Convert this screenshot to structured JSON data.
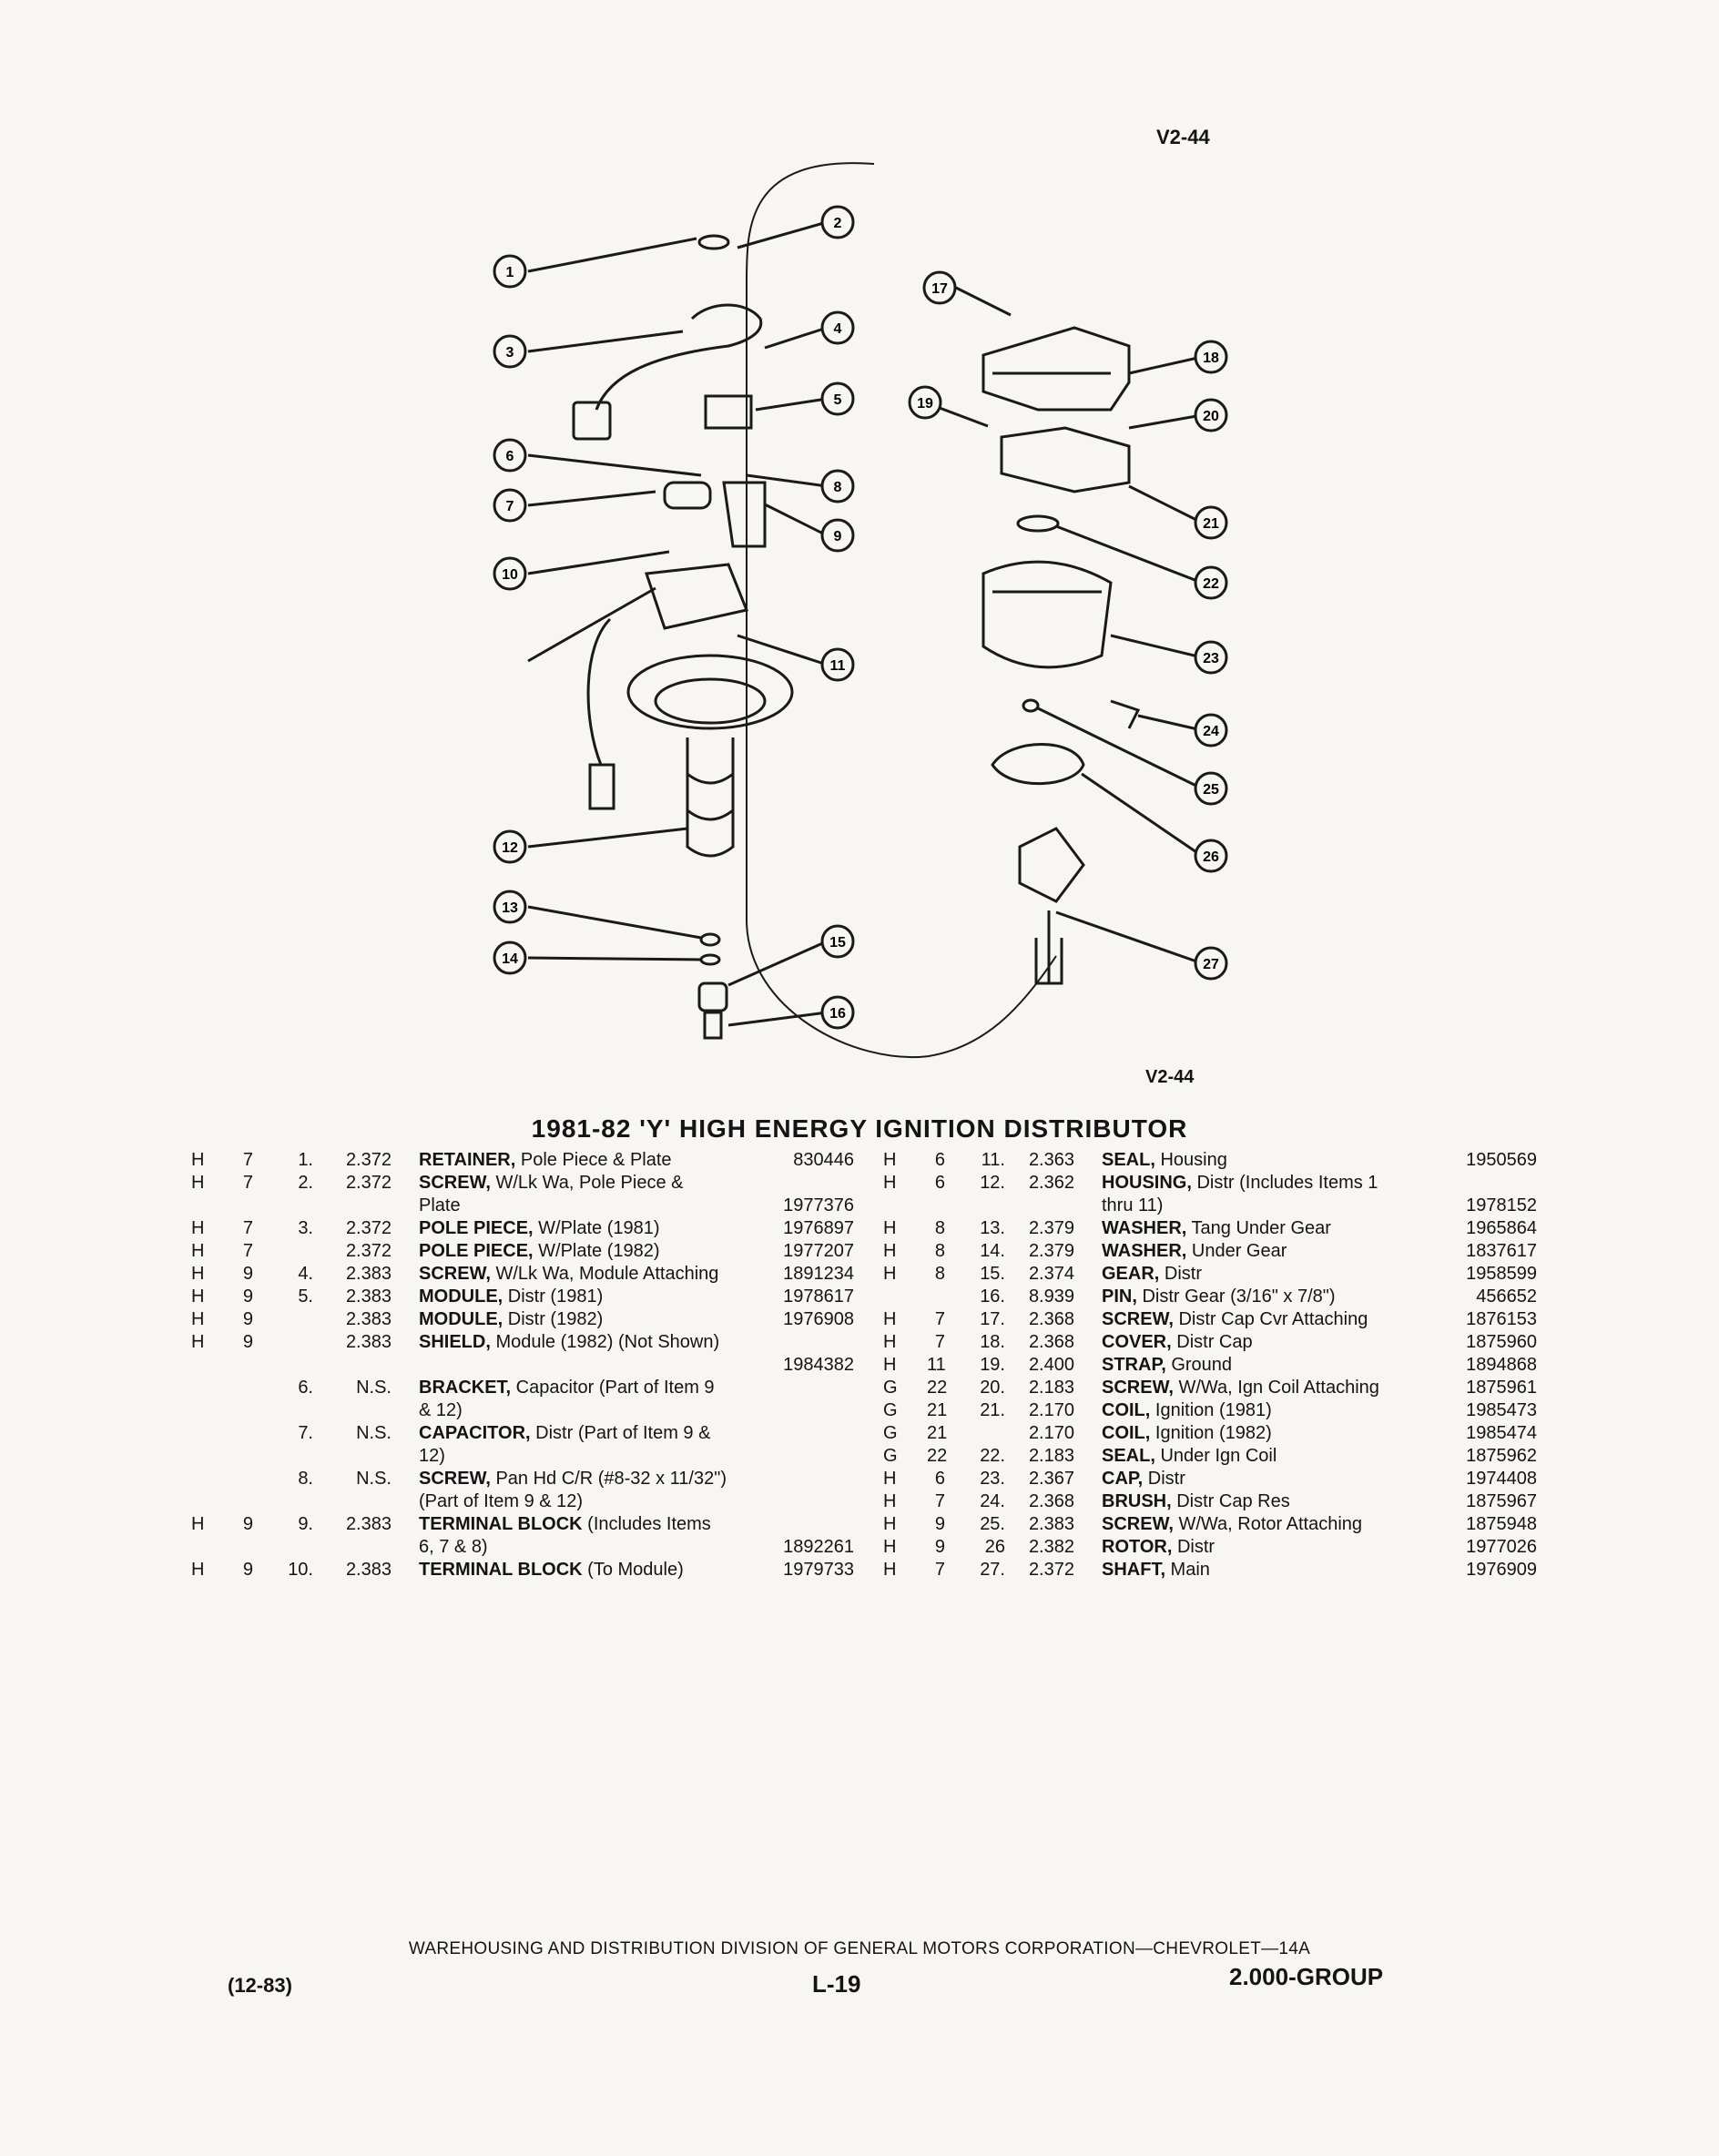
{
  "diagram": {
    "code_top": "V2-44",
    "code_bottom": "V2-44",
    "callouts": [
      "1",
      "2",
      "3",
      "4",
      "5",
      "6",
      "7",
      "8",
      "9",
      "10",
      "11",
      "12",
      "13",
      "14",
      "15",
      "16",
      "17",
      "18",
      "19",
      "20",
      "21",
      "22",
      "23",
      "24",
      "25",
      "26",
      "27"
    ]
  },
  "title": "1981-82 'Y' HIGH ENERGY IGNITION DISTRIBUTOR",
  "parts_left": [
    {
      "grp": "H",
      "sub": "7",
      "item": "1.",
      "ref": "2.372",
      "name": "RETAINER,",
      "desc": "Pole Piece & Plate",
      "pn": "830446"
    },
    {
      "grp": "H",
      "sub": "7",
      "item": "2.",
      "ref": "2.372",
      "name": "SCREW,",
      "desc": "W/Lk Wa, Pole Piece & Plate",
      "pn": "1977376"
    },
    {
      "grp": "H",
      "sub": "7",
      "item": "3.",
      "ref": "2.372",
      "name": "POLE PIECE,",
      "desc": "W/Plate (1981)",
      "pn": "1976897"
    },
    {
      "grp": "H",
      "sub": "7",
      "item": "",
      "ref": "2.372",
      "name": "POLE PIECE,",
      "desc": "W/Plate (1982)",
      "pn": "1977207"
    },
    {
      "grp": "H",
      "sub": "9",
      "item": "4.",
      "ref": "2.383",
      "name": "SCREW,",
      "desc": "W/Lk Wa, Module Attaching",
      "pn": "1891234"
    },
    {
      "grp": "H",
      "sub": "9",
      "item": "5.",
      "ref": "2.383",
      "name": "MODULE,",
      "desc": "Distr (1981)",
      "pn": "1978617"
    },
    {
      "grp": "H",
      "sub": "9",
      "item": "",
      "ref": "2.383",
      "name": "MODULE,",
      "desc": "Distr (1982)",
      "pn": "1976908"
    },
    {
      "grp": "H",
      "sub": "9",
      "item": "",
      "ref": "2.383",
      "name": "SHIELD,",
      "desc": "Module (1982) (Not Shown)",
      "pn": "1984382"
    },
    {
      "grp": "",
      "sub": "",
      "item": "6.",
      "ref": "N.S.",
      "name": "BRACKET,",
      "desc": "Capacitor (Part of Item 9 & 12)",
      "pn": ""
    },
    {
      "grp": "",
      "sub": "",
      "item": "7.",
      "ref": "N.S.",
      "name": "CAPACITOR,",
      "desc": "Distr (Part of Item 9 & 12)",
      "pn": ""
    },
    {
      "grp": "",
      "sub": "",
      "item": "8.",
      "ref": "N.S.",
      "name": "SCREW,",
      "desc": "Pan Hd C/R (#8-32 x 11/32\")(Part of Item 9 & 12)",
      "pn": ""
    },
    {
      "grp": "H",
      "sub": "9",
      "item": "9.",
      "ref": "2.383",
      "name": "TERMINAL BLOCK",
      "desc": "(Includes Items 6, 7 & 8)",
      "pn": "1892261"
    },
    {
      "grp": "H",
      "sub": "9",
      "item": "10.",
      "ref": "2.383",
      "name": "TERMINAL BLOCK",
      "desc": "(To Module)",
      "pn": "1979733"
    }
  ],
  "parts_right": [
    {
      "grp": "H",
      "sub": "6",
      "item": "11.",
      "ref": "2.363",
      "name": "SEAL,",
      "desc": "Housing",
      "pn": "1950569"
    },
    {
      "grp": "H",
      "sub": "6",
      "item": "12.",
      "ref": "2.362",
      "name": "HOUSING,",
      "desc": "Distr (Includes Items 1 thru 11)",
      "pn": "1978152"
    },
    {
      "grp": "H",
      "sub": "8",
      "item": "13.",
      "ref": "2.379",
      "name": "WASHER,",
      "desc": "Tang Under Gear",
      "pn": "1965864"
    },
    {
      "grp": "H",
      "sub": "8",
      "item": "14.",
      "ref": "2.379",
      "name": "WASHER,",
      "desc": "Under Gear",
      "pn": "1837617"
    },
    {
      "grp": "H",
      "sub": "8",
      "item": "15.",
      "ref": "2.374",
      "name": "GEAR,",
      "desc": "Distr",
      "pn": "1958599"
    },
    {
      "grp": "",
      "sub": "",
      "item": "16.",
      "ref": "8.939",
      "name": "PIN,",
      "desc": "Distr Gear (3/16\" x 7/8\")",
      "pn": "456652"
    },
    {
      "grp": "H",
      "sub": "7",
      "item": "17.",
      "ref": "2.368",
      "name": "SCREW,",
      "desc": "Distr Cap Cvr Attaching",
      "pn": "1876153"
    },
    {
      "grp": "H",
      "sub": "7",
      "item": "18.",
      "ref": "2.368",
      "name": "COVER,",
      "desc": "Distr Cap",
      "pn": "1875960"
    },
    {
      "grp": "H",
      "sub": "11",
      "item": "19.",
      "ref": "2.400",
      "name": "STRAP,",
      "desc": "Ground",
      "pn": "1894868"
    },
    {
      "grp": "G",
      "sub": "22",
      "item": "20.",
      "ref": "2.183",
      "name": "SCREW,",
      "desc": "W/Wa, Ign Coil Attaching",
      "pn": "1875961"
    },
    {
      "grp": "G",
      "sub": "21",
      "item": "21.",
      "ref": "2.170",
      "name": "COIL,",
      "desc": "Ignition (1981)",
      "pn": "1985473"
    },
    {
      "grp": "G",
      "sub": "21",
      "item": "",
      "ref": "2.170",
      "name": "COIL,",
      "desc": "Ignition (1982)",
      "pn": "1985474"
    },
    {
      "grp": "G",
      "sub": "22",
      "item": "22.",
      "ref": "2.183",
      "name": "SEAL,",
      "desc": "Under Ign Coil",
      "pn": "1875962"
    },
    {
      "grp": "H",
      "sub": "6",
      "item": "23.",
      "ref": "2.367",
      "name": "CAP,",
      "desc": "Distr",
      "pn": "1974408"
    },
    {
      "grp": "H",
      "sub": "7",
      "item": "24.",
      "ref": "2.368",
      "name": "BRUSH,",
      "desc": "Distr Cap Res",
      "pn": "1875967"
    },
    {
      "grp": "H",
      "sub": "9",
      "item": "25.",
      "ref": "2.383",
      "name": "SCREW,",
      "desc": "W/Wa, Rotor Attaching",
      "pn": "1875948"
    },
    {
      "grp": "H",
      "sub": "9",
      "item": "26",
      "ref": "2.382",
      "name": "ROTOR,",
      "desc": "Distr",
      "pn": "1977026"
    },
    {
      "grp": "H",
      "sub": "7",
      "item": "27.",
      "ref": "2.372",
      "name": "SHAFT,",
      "desc": "Main",
      "pn": "1976909"
    }
  ],
  "footer": {
    "division": "WAREHOUSING AND DISTRIBUTION DIVISION OF GENERAL MOTORS CORPORATION—CHEVROLET—14A",
    "date": "(12-83)",
    "page": "L-19",
    "group": "2.000-GROUP"
  }
}
